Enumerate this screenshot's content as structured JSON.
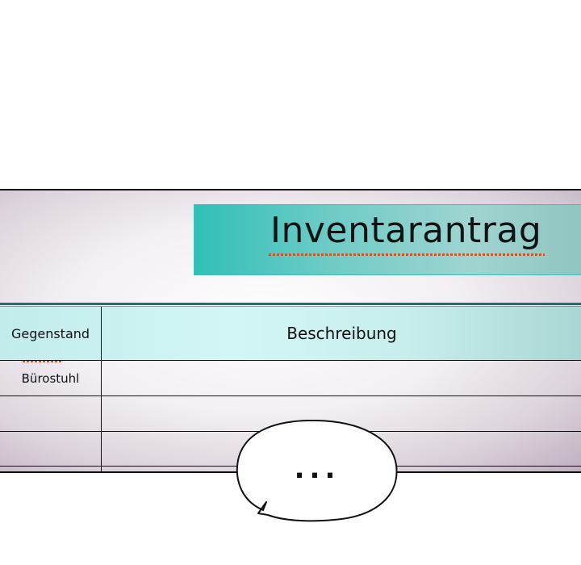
{
  "title": "Inventarantrag",
  "table": {
    "headers": {
      "item": "Gegenstand",
      "description": "Beschreibung"
    },
    "rows": [
      {
        "item": "Bürostuhl",
        "description": ""
      },
      {
        "item": "",
        "description": ""
      },
      {
        "item": "",
        "description": ""
      }
    ]
  },
  "bubble": {
    "text": "..."
  },
  "colors": {
    "title_bar": "#31bfb7",
    "header_row": "#d2f6f5",
    "table_rule": "#1f6f72"
  }
}
